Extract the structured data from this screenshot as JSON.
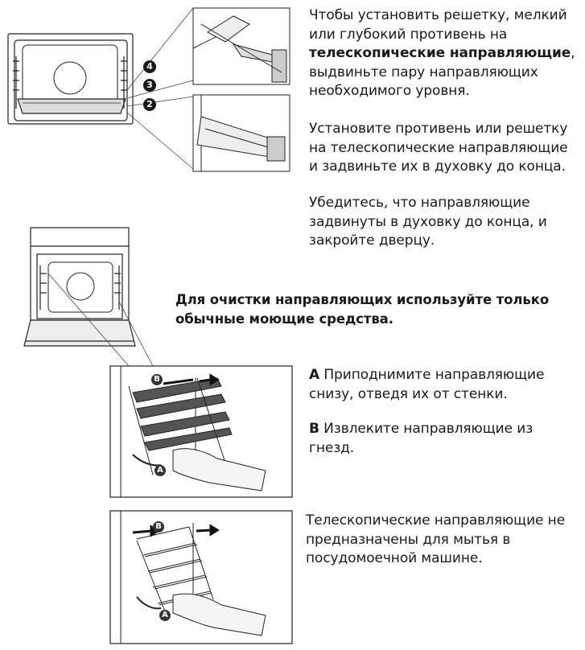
{
  "instructions": {
    "install": {
      "line1": "Чтобы установить решетку, мелкий",
      "line2": "или глубокий противень на",
      "line3_bold": "телескопические направляющие",
      "line3_rest": ",",
      "line4": "выдвиньте пару направляющих",
      "line5": "необходимого уровня."
    },
    "place": {
      "line1": "Установите противень или решетку",
      "line2": "на телескопические направляющие",
      "line3": "и задвиньте их в духовку до конца."
    },
    "close": {
      "line1": "Убедитесь, что направляющие",
      "line2": "задвинуты в духовку до конца, и",
      "line3": "закройте дверцу."
    },
    "cleaning_warning": {
      "line1": "Для очистки направляющих используйте только",
      "line2": "обычные моющие средства."
    },
    "step_a": {
      "letter": "A",
      "line1": "Приподнимите направляющие",
      "line2": "снизу, отведя их от стенки."
    },
    "step_b": {
      "letter": "B",
      "line1": "Извлеките направляющие из",
      "line2": "гнезд."
    },
    "dishwasher": {
      "line1": "Телескопические направляющие не",
      "line2": "предназначены для мытья в",
      "line3": "посудомоечной машине."
    }
  },
  "figure_labels": {
    "level_4": "4",
    "level_3": "3",
    "level_2": "2",
    "marker_a": "A",
    "marker_b": "B"
  }
}
